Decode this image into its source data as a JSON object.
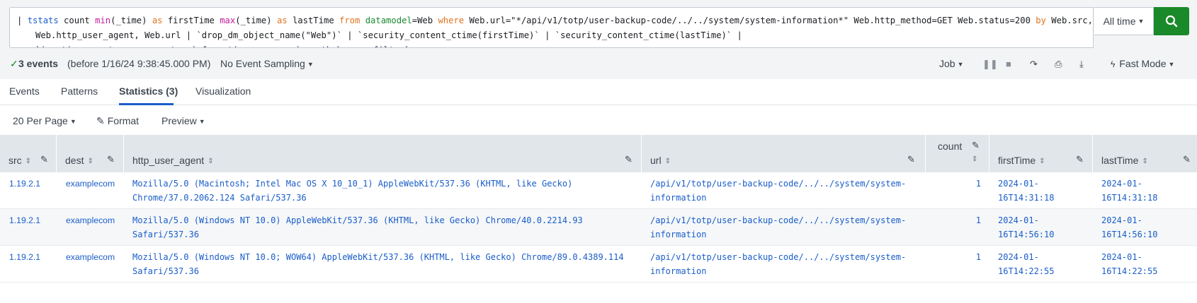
{
  "search": {
    "query_line1": [
      {
        "t": "| ",
        "c": ""
      },
      {
        "t": "tstats",
        "c": "kw"
      },
      {
        "t": " count ",
        "c": ""
      },
      {
        "t": "min",
        "c": "fn"
      },
      {
        "t": "(_time) ",
        "c": ""
      },
      {
        "t": "as",
        "c": "op"
      },
      {
        "t": " firstTime ",
        "c": ""
      },
      {
        "t": "max",
        "c": "fn"
      },
      {
        "t": "(_time) ",
        "c": ""
      },
      {
        "t": "as",
        "c": "op"
      },
      {
        "t": " lastTime ",
        "c": ""
      },
      {
        "t": "from",
        "c": "op"
      },
      {
        "t": " ",
        "c": ""
      },
      {
        "t": "datamodel",
        "c": "dm"
      },
      {
        "t": "=Web ",
        "c": ""
      },
      {
        "t": "where",
        "c": "op"
      },
      {
        "t": " Web.url=\"*/api/v1/totp/user-backup-code/../../system/system-information*\" Web.http_method=GET Web.status=200 ",
        "c": ""
      },
      {
        "t": "by",
        "c": "op"
      },
      {
        "t": " Web.src, Web.dest,",
        "c": ""
      }
    ],
    "query_line2": "Web.http_user_agent, Web.url | `drop_dm_object_name(\"Web\")` | `security_content_ctime(firstTime)` | `security_content_ctime(lastTime)` | `ivanti_connect_secure_system_information_access_via_auth_bypass_filter`",
    "time_range": "All time",
    "search_icon": "search-icon"
  },
  "status": {
    "events_count": "3 events",
    "events_before": "(before 1/16/24 9:38:45.000 PM)",
    "sampling": "No Event Sampling",
    "job": "Job",
    "fast_mode": "Fast Mode"
  },
  "tabs": [
    {
      "label": "Events"
    },
    {
      "label": "Patterns"
    },
    {
      "label": "Statistics (3)"
    },
    {
      "label": "Visualization"
    }
  ],
  "options": {
    "per_page": "20 Per Page",
    "format": "Format",
    "preview": "Preview"
  },
  "table": {
    "columns": [
      "src",
      "dest",
      "http_user_agent",
      "url",
      "count",
      "firstTime",
      "lastTime"
    ],
    "rows": [
      {
        "src": "1.19.2.1",
        "dest": "examplecom",
        "ua1": "Mozilla/5.0 (Macintosh; Intel Mac OS X 10_10_1) AppleWebKit/537.36 (KHTML, like Gecko)",
        "ua2": "Chrome/37.0.2062.124 Safari/537.36",
        "url1": "/api/v1/totp/user-backup-code/../../system/system-",
        "url2": "information",
        "count": "1",
        "first1": "2024-01-",
        "first2": "16T14:31:18",
        "last1": "2024-01-",
        "last2": "16T14:31:18"
      },
      {
        "src": "1.19.2.1",
        "dest": "examplecom",
        "ua1": "Mozilla/5.0 (Windows NT 10.0) AppleWebKit/537.36 (KHTML, like Gecko) Chrome/40.0.2214.93",
        "ua2": "Safari/537.36",
        "url1": "/api/v1/totp/user-backup-code/../../system/system-",
        "url2": "information",
        "count": "1",
        "first1": "2024-01-",
        "first2": "16T14:56:10",
        "last1": "2024-01-",
        "last2": "16T14:56:10"
      },
      {
        "src": "1.19.2.1",
        "dest": "examplecom",
        "ua1": "Mozilla/5.0 (Windows NT 10.0; WOW64) AppleWebKit/537.36 (KHTML, like Gecko) Chrome/89.0.4389.114",
        "ua2": "Safari/537.36",
        "url1": "/api/v1/totp/user-backup-code/../../system/system-",
        "url2": "information",
        "count": "1",
        "first1": "2024-01-",
        "first2": "16T14:22:55",
        "last1": "2024-01-",
        "last2": "16T14:22:55"
      }
    ]
  },
  "colors": {
    "accent": "#1a5dc9",
    "search_button": "#1a8929",
    "header_bg": "#e1e6eb"
  }
}
